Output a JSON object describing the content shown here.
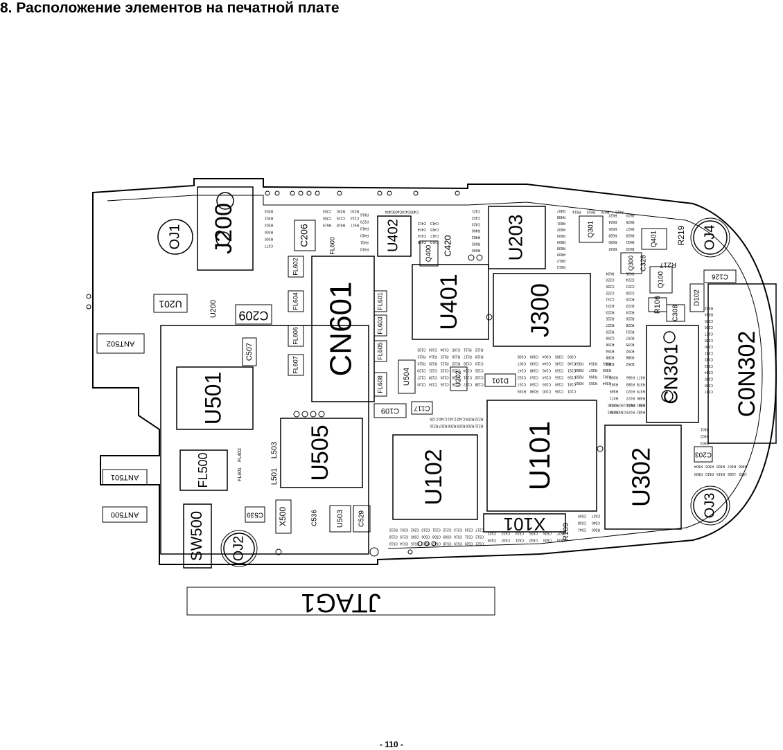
{
  "heading": "8. Расположение элементов на печатной плате",
  "page_number": "- 110 -",
  "jtag_label": "JTAG1",
  "components": {
    "large": [
      "CN601",
      "U401",
      "J300",
      "U203",
      "U402",
      "U505",
      "U501",
      "U102",
      "U101",
      "U302",
      "CN301",
      "J200",
      "X101",
      "FL500",
      "SW500",
      "C0N302"
    ],
    "mounting_holes": [
      "OJ1",
      "OJ2",
      "OJ3",
      "OJ4"
    ],
    "antennas": [
      "ANT502",
      "ANT501",
      "ANT500"
    ],
    "medium": [
      "U201",
      "C209",
      "C206",
      "U200",
      "C507",
      "L503",
      "L501",
      "C539",
      "X500",
      "U503",
      "C529",
      "C536",
      "Q400",
      "C420",
      "Q401",
      "R219",
      "R217",
      "Q100",
      "R106",
      "C308",
      "D102",
      "C126",
      "C328",
      "Q300",
      "Q301",
      "FL600",
      "FL602",
      "FL604",
      "FL606",
      "FL607",
      "FL601",
      "FL603",
      "FL605",
      "FL608",
      "U504",
      "U202",
      "D101",
      "C109",
      "C117",
      "C203",
      "R109",
      "FL401",
      "FL402"
    ],
    "small": [
      "R204",
      "R202",
      "R203",
      "R206",
      "R205",
      "C377",
      "C204",
      "R230",
      "R210",
      "C200",
      "C215",
      "C214",
      "R619",
      "R618",
      "R617",
      "R616",
      "R279",
      "R413",
      "R410",
      "R411",
      "R414",
      "C404",
      "C409",
      "C410",
      "C405",
      "C412",
      "C413",
      "C414",
      "C415",
      "C416",
      "C417",
      "C418",
      "C419",
      "C421",
      "C422",
      "C423",
      "R400",
      "R403",
      "R605",
      "R606",
      "R407",
      "R408",
      "R601",
      "R602",
      "R603",
      "R604",
      "R608",
      "R609",
      "R612",
      "R613",
      "R614",
      "R615",
      "R620",
      "R621",
      "R622",
      "R623",
      "R624",
      "R625",
      "R626",
      "R627",
      "R628",
      "R629",
      "R630",
      "R631",
      "R632",
      "R633",
      "R634",
      "R635",
      "C223",
      "C224",
      "C220",
      "C221",
      "C222",
      "C230",
      "C231",
      "R220",
      "R221",
      "R222",
      "R223",
      "R224",
      "R225",
      "R226",
      "R227",
      "R228",
      "R229",
      "R231",
      "C299",
      "R297",
      "R296",
      "R295",
      "R294",
      "R292",
      "R288",
      "R386",
      "R351",
      "R352",
      "R353",
      "R354",
      "R355",
      "R356",
      "R357",
      "R358",
      "R359",
      "R360",
      "R361",
      "R362",
      "R363",
      "R364",
      "R365",
      "R366",
      "R367",
      "R368",
      "R369",
      "R370",
      "R371",
      "R372",
      "R373",
      "R374",
      "R375",
      "R376",
      "R377",
      "R378",
      "R379",
      "R380",
      "R381",
      "R382",
      "R383",
      "R384",
      "C325",
      "C326",
      "C327",
      "C328",
      "C330",
      "C331",
      "C332",
      "C333",
      "C334",
      "C335",
      "C336",
      "C337",
      "C338",
      "C309",
      "C304",
      "C305",
      "C306",
      "C307",
      "C143",
      "C144",
      "C145",
      "C146",
      "C147",
      "C148",
      "C149",
      "C150",
      "C151",
      "C152",
      "C153",
      "C154",
      "C155",
      "C156",
      "C157",
      "C158",
      "C159",
      "C160",
      "C161",
      "R199",
      "R198",
      "C100",
      "C106",
      "C101",
      "C102",
      "C103",
      "C104",
      "C105",
      "R111",
      "R112",
      "R113",
      "R114",
      "R115",
      "R116",
      "R117",
      "R118",
      "R119",
      "R120",
      "R121",
      "R122",
      "C118",
      "C119",
      "C120",
      "C121",
      "C122",
      "C123",
      "C124",
      "C125",
      "C127",
      "C128",
      "C129",
      "C130",
      "C131",
      "C132",
      "C133",
      "C134",
      "C135",
      "C136",
      "C137",
      "C138",
      "C139",
      "C140",
      "C141",
      "C142",
      "R209",
      "R212",
      "R210",
      "R207",
      "R206",
      "R205",
      "R200",
      "R211",
      "R215",
      "C201",
      "C202",
      "C210",
      "C211",
      "C212",
      "C213",
      "C216",
      "C217",
      "C218",
      "C219",
      "C505",
      "C506",
      "C508",
      "C509",
      "C510",
      "C511",
      "C512",
      "C513",
      "C514",
      "C515",
      "C516",
      "C517",
      "C518",
      "C519",
      "C520",
      "C521",
      "C522",
      "C523",
      "C524",
      "C525",
      "C526",
      "C527",
      "C528",
      "C530",
      "C531",
      "C532",
      "C533",
      "C534",
      "C535",
      "C537",
      "C538",
      "C540",
      "C541",
      "R500",
      "R501",
      "R502",
      "R503",
      "R504",
      "R505",
      "R506",
      "R507",
      "R508",
      "R509",
      "R510",
      "R515",
      "L500",
      "L502",
      "L510",
      "L507",
      "C503",
      "C501",
      "C502",
      "C500"
    ]
  }
}
